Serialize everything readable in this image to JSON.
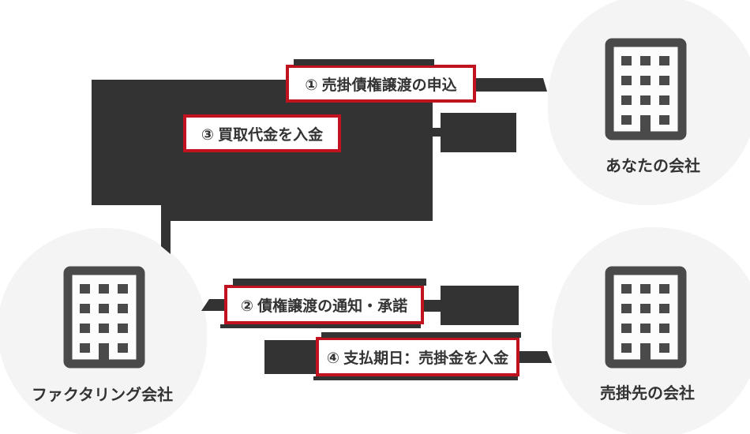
{
  "diagram_title": "factoring-process-flow",
  "colors": {
    "dark": "#333333",
    "red": "#c1121f",
    "blob": "#f4f4f4",
    "building": "#4a4a4a",
    "box_bg": "#ffffff",
    "text": "#333333",
    "page_bg": "#ffffff"
  },
  "companies": [
    {
      "id": "your-company",
      "label": "あなたの会社"
    },
    {
      "id": "factoring-company",
      "label": "ファクタリング会社"
    },
    {
      "id": "customer-company",
      "label": "売掛先の会社"
    }
  ],
  "steps": [
    {
      "num": "①",
      "label": "① 売掛債権譲渡の申込"
    },
    {
      "num": "②",
      "label": "② 債権譲渡の通知・承諾"
    },
    {
      "num": "③",
      "label": "③ 買取代金を入金"
    },
    {
      "num": "④",
      "label": "④ 支払期日：売掛金を入金"
    }
  ],
  "icons": {
    "building": "building-icon"
  }
}
